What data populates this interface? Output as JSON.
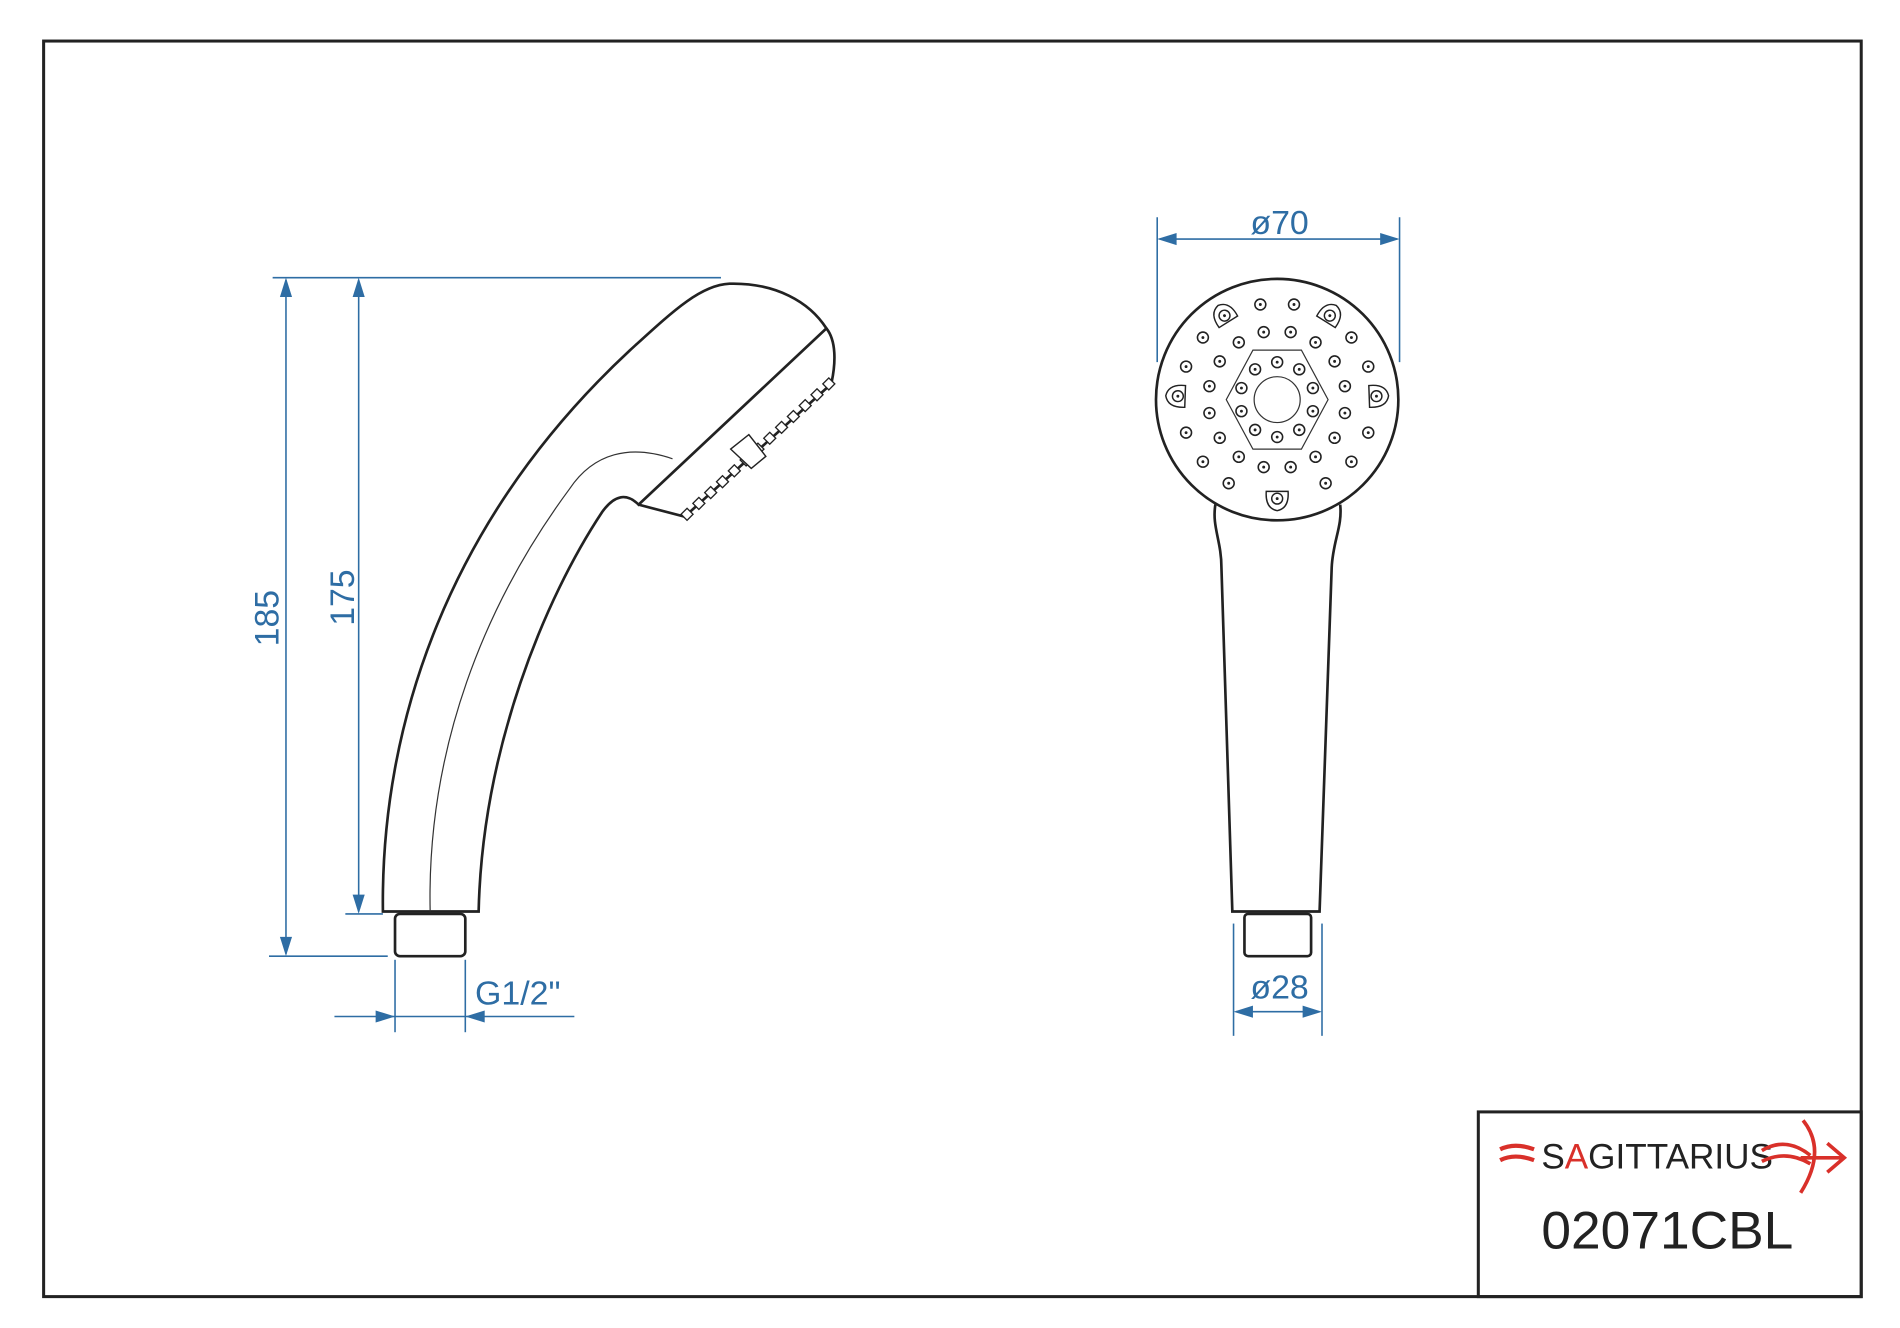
{
  "dimensions": {
    "overall_height": "185",
    "body_height": "175",
    "thread": "G1/2\"",
    "head_diameter": "ø70",
    "handle_diameter": "ø28"
  },
  "title_block": {
    "brand_prefix": "S",
    "brand_accent": "A",
    "brand_suffix": "GITTARIUS",
    "model": "02071CBL"
  },
  "colors": {
    "dimension": "#2e6da4",
    "brand_red": "#d9302a",
    "line": "#222222"
  }
}
